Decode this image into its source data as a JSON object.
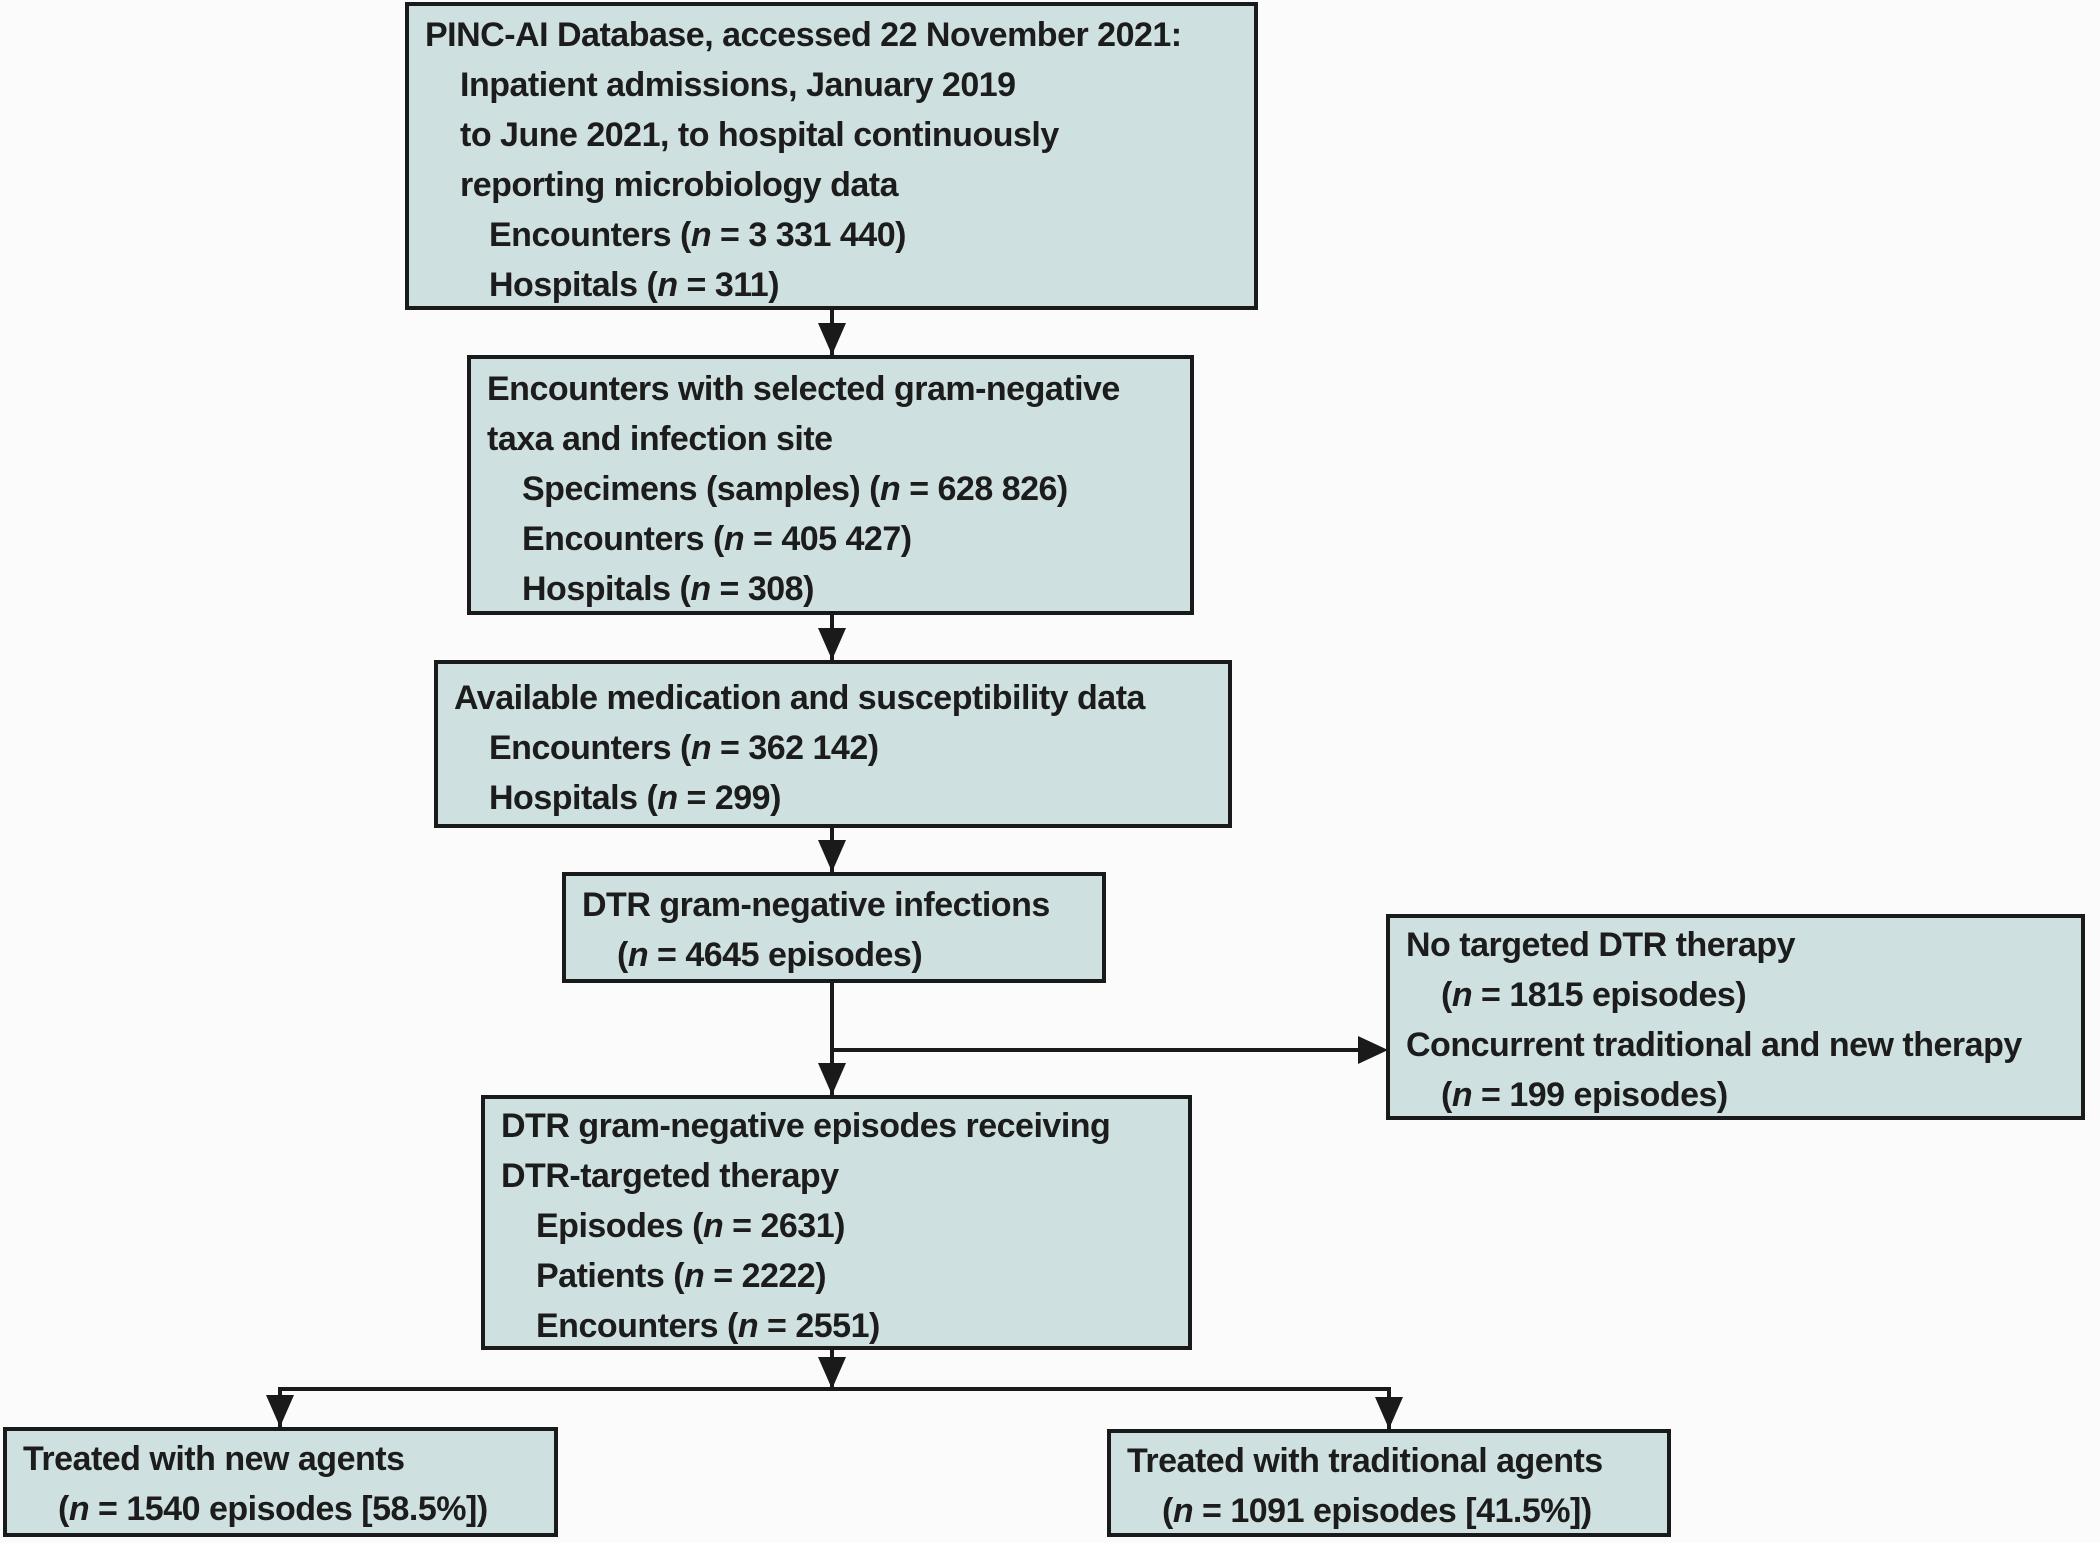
{
  "colors": {
    "background": "#fbfbfb",
    "box_fill": "#cfe0e1",
    "box_border": "#1a1a1a",
    "text": "#1c1c1c"
  },
  "boxes": [
    {
      "id": "database",
      "name": "pinc-ai-database",
      "lines": [
        {
          "text": "PINC-AI Database, accessed 22 November 2021:",
          "indent": 0
        },
        {
          "text": "Inpatient admissions, January 2019",
          "indent": 1
        },
        {
          "text": "to June 2021, to hospital continuously",
          "indent": 1
        },
        {
          "text": "reporting microbiology data",
          "indent": 1
        },
        {
          "text": "Encounters (n = 3 331 440)",
          "indent": 2
        },
        {
          "text": "Hospitals (n = 311)",
          "indent": 2
        }
      ]
    },
    {
      "id": "taxa",
      "name": "selected-gram-negative-taxa",
      "lines": [
        {
          "text": "Encounters with selected gram-negative",
          "indent": 0
        },
        {
          "text": "taxa and infection site",
          "indent": 0
        },
        {
          "text": "Specimens (samples) (n = 628 826)",
          "indent": 1
        },
        {
          "text": "Encounters (n = 405 427)",
          "indent": 1
        },
        {
          "text": "Hospitals (n = 308)",
          "indent": 1
        }
      ]
    },
    {
      "id": "medsusc",
      "name": "available-medication-susceptibility-data",
      "lines": [
        {
          "text": "Available medication and susceptibility data",
          "indent": 0
        },
        {
          "text": "Encounters (n = 362 142)",
          "indent": 1
        },
        {
          "text": "Hospitals (n = 299)",
          "indent": 1
        }
      ]
    },
    {
      "id": "dtr",
      "name": "dtr-gram-negative-infections",
      "lines": [
        {
          "text": "DTR gram-negative infections",
          "indent": 0
        },
        {
          "text": "(n = 4645 episodes)",
          "indent": 1
        }
      ]
    },
    {
      "id": "notarget",
      "name": "no-targeted-dtr-therapy",
      "lines": [
        {
          "text": "No targeted DTR therapy",
          "indent": 0
        },
        {
          "text": "(n = 1815 episodes)",
          "indent": 1
        },
        {
          "text": "Concurrent traditional and new therapy",
          "indent": 0
        },
        {
          "text": "(n = 199 episodes)",
          "indent": 1
        }
      ]
    },
    {
      "id": "receiving",
      "name": "episodes-receiving-dtr-targeted-therapy",
      "lines": [
        {
          "text": "DTR gram-negative episodes receiving",
          "indent": 0
        },
        {
          "text": "DTR-targeted therapy",
          "indent": 0
        },
        {
          "text": "Episodes (n = 2631)",
          "indent": 1
        },
        {
          "text": "Patients (n = 2222)",
          "indent": 1
        },
        {
          "text": "Encounters (n = 2551)",
          "indent": 1
        }
      ]
    },
    {
      "id": "newagents",
      "name": "treated-with-new-agents",
      "lines": [
        {
          "text": "Treated with new agents",
          "indent": 0
        },
        {
          "text": "(n = 1540 episodes [58.5%])",
          "indent": 1
        }
      ]
    },
    {
      "id": "traditional",
      "name": "treated-with-traditional-agents",
      "lines": [
        {
          "text": "Treated with traditional agents",
          "indent": 0
        },
        {
          "text": "(n = 1091 episodes [41.5%])",
          "indent": 1
        }
      ]
    }
  ],
  "edges": [
    {
      "from": "database",
      "to": "taxa"
    },
    {
      "from": "taxa",
      "to": "medsusc"
    },
    {
      "from": "medsusc",
      "to": "dtr"
    },
    {
      "from": "dtr",
      "to": "receiving"
    },
    {
      "from": "dtr",
      "to": "notarget"
    },
    {
      "from": "receiving",
      "to": "newagents"
    },
    {
      "from": "receiving",
      "to": "traditional"
    }
  ]
}
